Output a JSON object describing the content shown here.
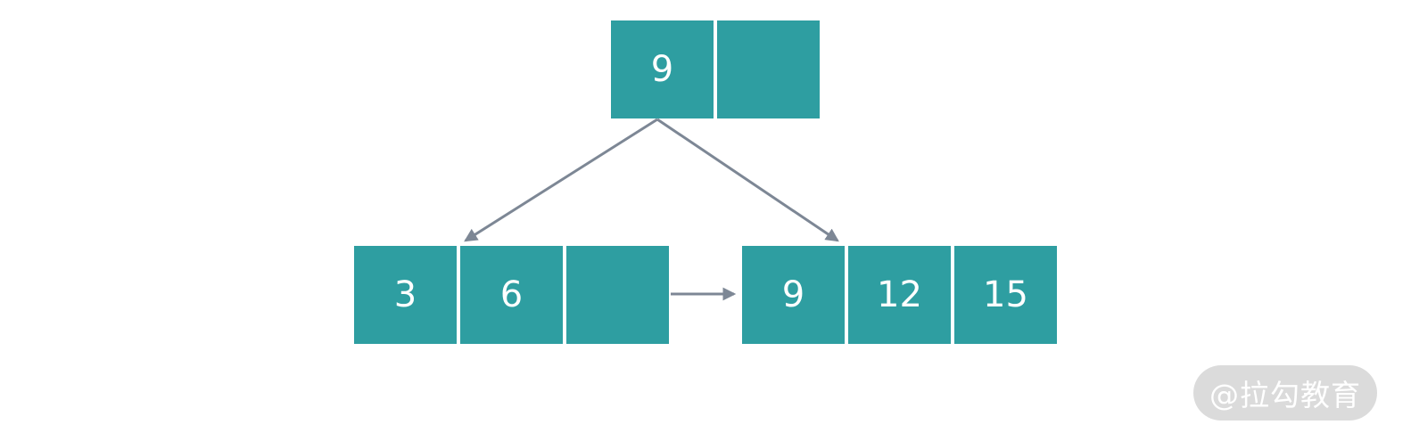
{
  "diagram": {
    "type": "b-plus-tree",
    "nodes": {
      "root": {
        "cells": [
          "9",
          ""
        ]
      },
      "leaf_left": {
        "cells": [
          "3",
          "6",
          ""
        ]
      },
      "leaf_right": {
        "cells": [
          "9",
          "12",
          "15"
        ]
      }
    },
    "edges": [
      {
        "from": "root",
        "to": "leaf_left",
        "style": "child-pointer"
      },
      {
        "from": "root",
        "to": "leaf_right",
        "style": "child-pointer"
      },
      {
        "from": "leaf_left",
        "to": "leaf_right",
        "style": "sibling-link"
      }
    ]
  },
  "watermark": {
    "text": "@拉勾教育"
  },
  "colors": {
    "cell_fill": "#2E9EA1",
    "cell_text": "#FFFFFF",
    "arrow": "#7D8795",
    "watermark_bg": "#D9D9D9",
    "watermark_text": "#FFFFFF",
    "background": "#FFFFFF"
  }
}
